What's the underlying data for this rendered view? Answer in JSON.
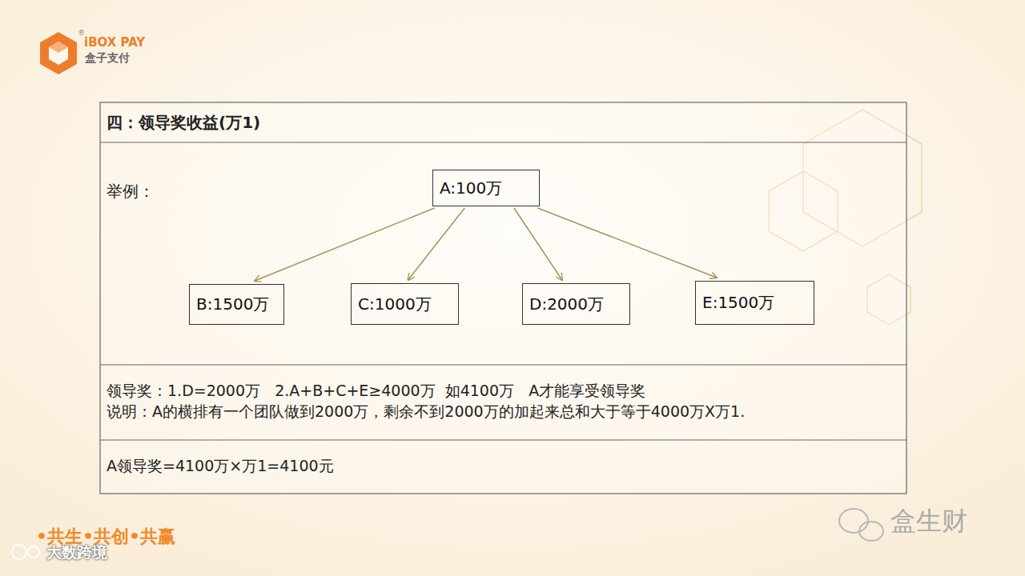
{
  "diagram": {
    "title": "四：领导奖收益(万1)",
    "nodes": [
      {
        "text": [
          "A:100万"
        ]
      },
      {
        "text": [
          "B:1500万"
        ]
      },
      {
        "text": [
          "C:1000万"
        ]
      },
      {
        "text": [
          "D:2000万"
        ]
      },
      {
        "text": [
          "E:1500万"
        ]
      }
    ],
    "edges": [
      {
        "from": 0,
        "to": 1,
        "arrow": "to"
      },
      {
        "from": 0,
        "to": 2,
        "arrow": "to"
      },
      {
        "from": 0,
        "to": 3,
        "arrow": "to"
      },
      {
        "from": 0,
        "to": 4,
        "arrow": "to"
      }
    ],
    "labels": [
      "iBOX PAY",
      "®",
      "盒子支付",
      "举例：",
      "领导奖：1.D=2000万   2.A+B+C+E≥4000万  如4100万   A才能享受领导奖",
      "说明：A的横排有一个团队做到2000万，剩余不到2000万的加起来总和大于等于4000万X万1.",
      "A领导奖=4100万×万1=4100元",
      "•共生•共创•共赢",
      "盒生财",
      "大数跨境"
    ]
  }
}
